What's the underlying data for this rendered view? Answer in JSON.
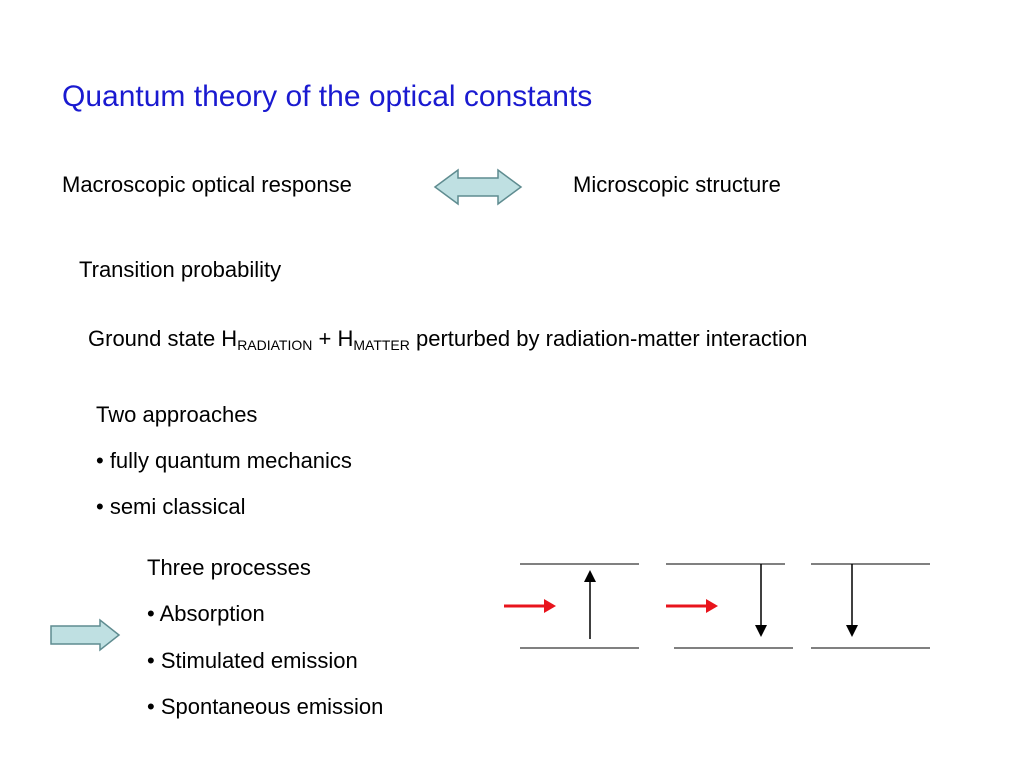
{
  "slide": {
    "title": "Quantum theory of the optical constants",
    "left_label": "Macroscopic optical response",
    "right_label": "Microscopic structure",
    "transition": "Transition probability",
    "ground": {
      "prefix": "Ground state H",
      "sub1": "RADIATION",
      "plus": " + H",
      "sub2": "MATTER",
      "suffix": " perturbed by radiation-matter interaction"
    },
    "approaches": {
      "heading": "Two approaches",
      "items": [
        "• fully quantum mechanics",
        "• semi classical"
      ]
    },
    "processes": {
      "heading": "Three processes",
      "items": [
        "• Absorption",
        "• Stimulated emission",
        "• Spontaneous emission"
      ]
    }
  },
  "colors": {
    "title": "#1a1ad0",
    "arrow_fill": "#bfe0e2",
    "photon_arrow": "#e8141c"
  }
}
